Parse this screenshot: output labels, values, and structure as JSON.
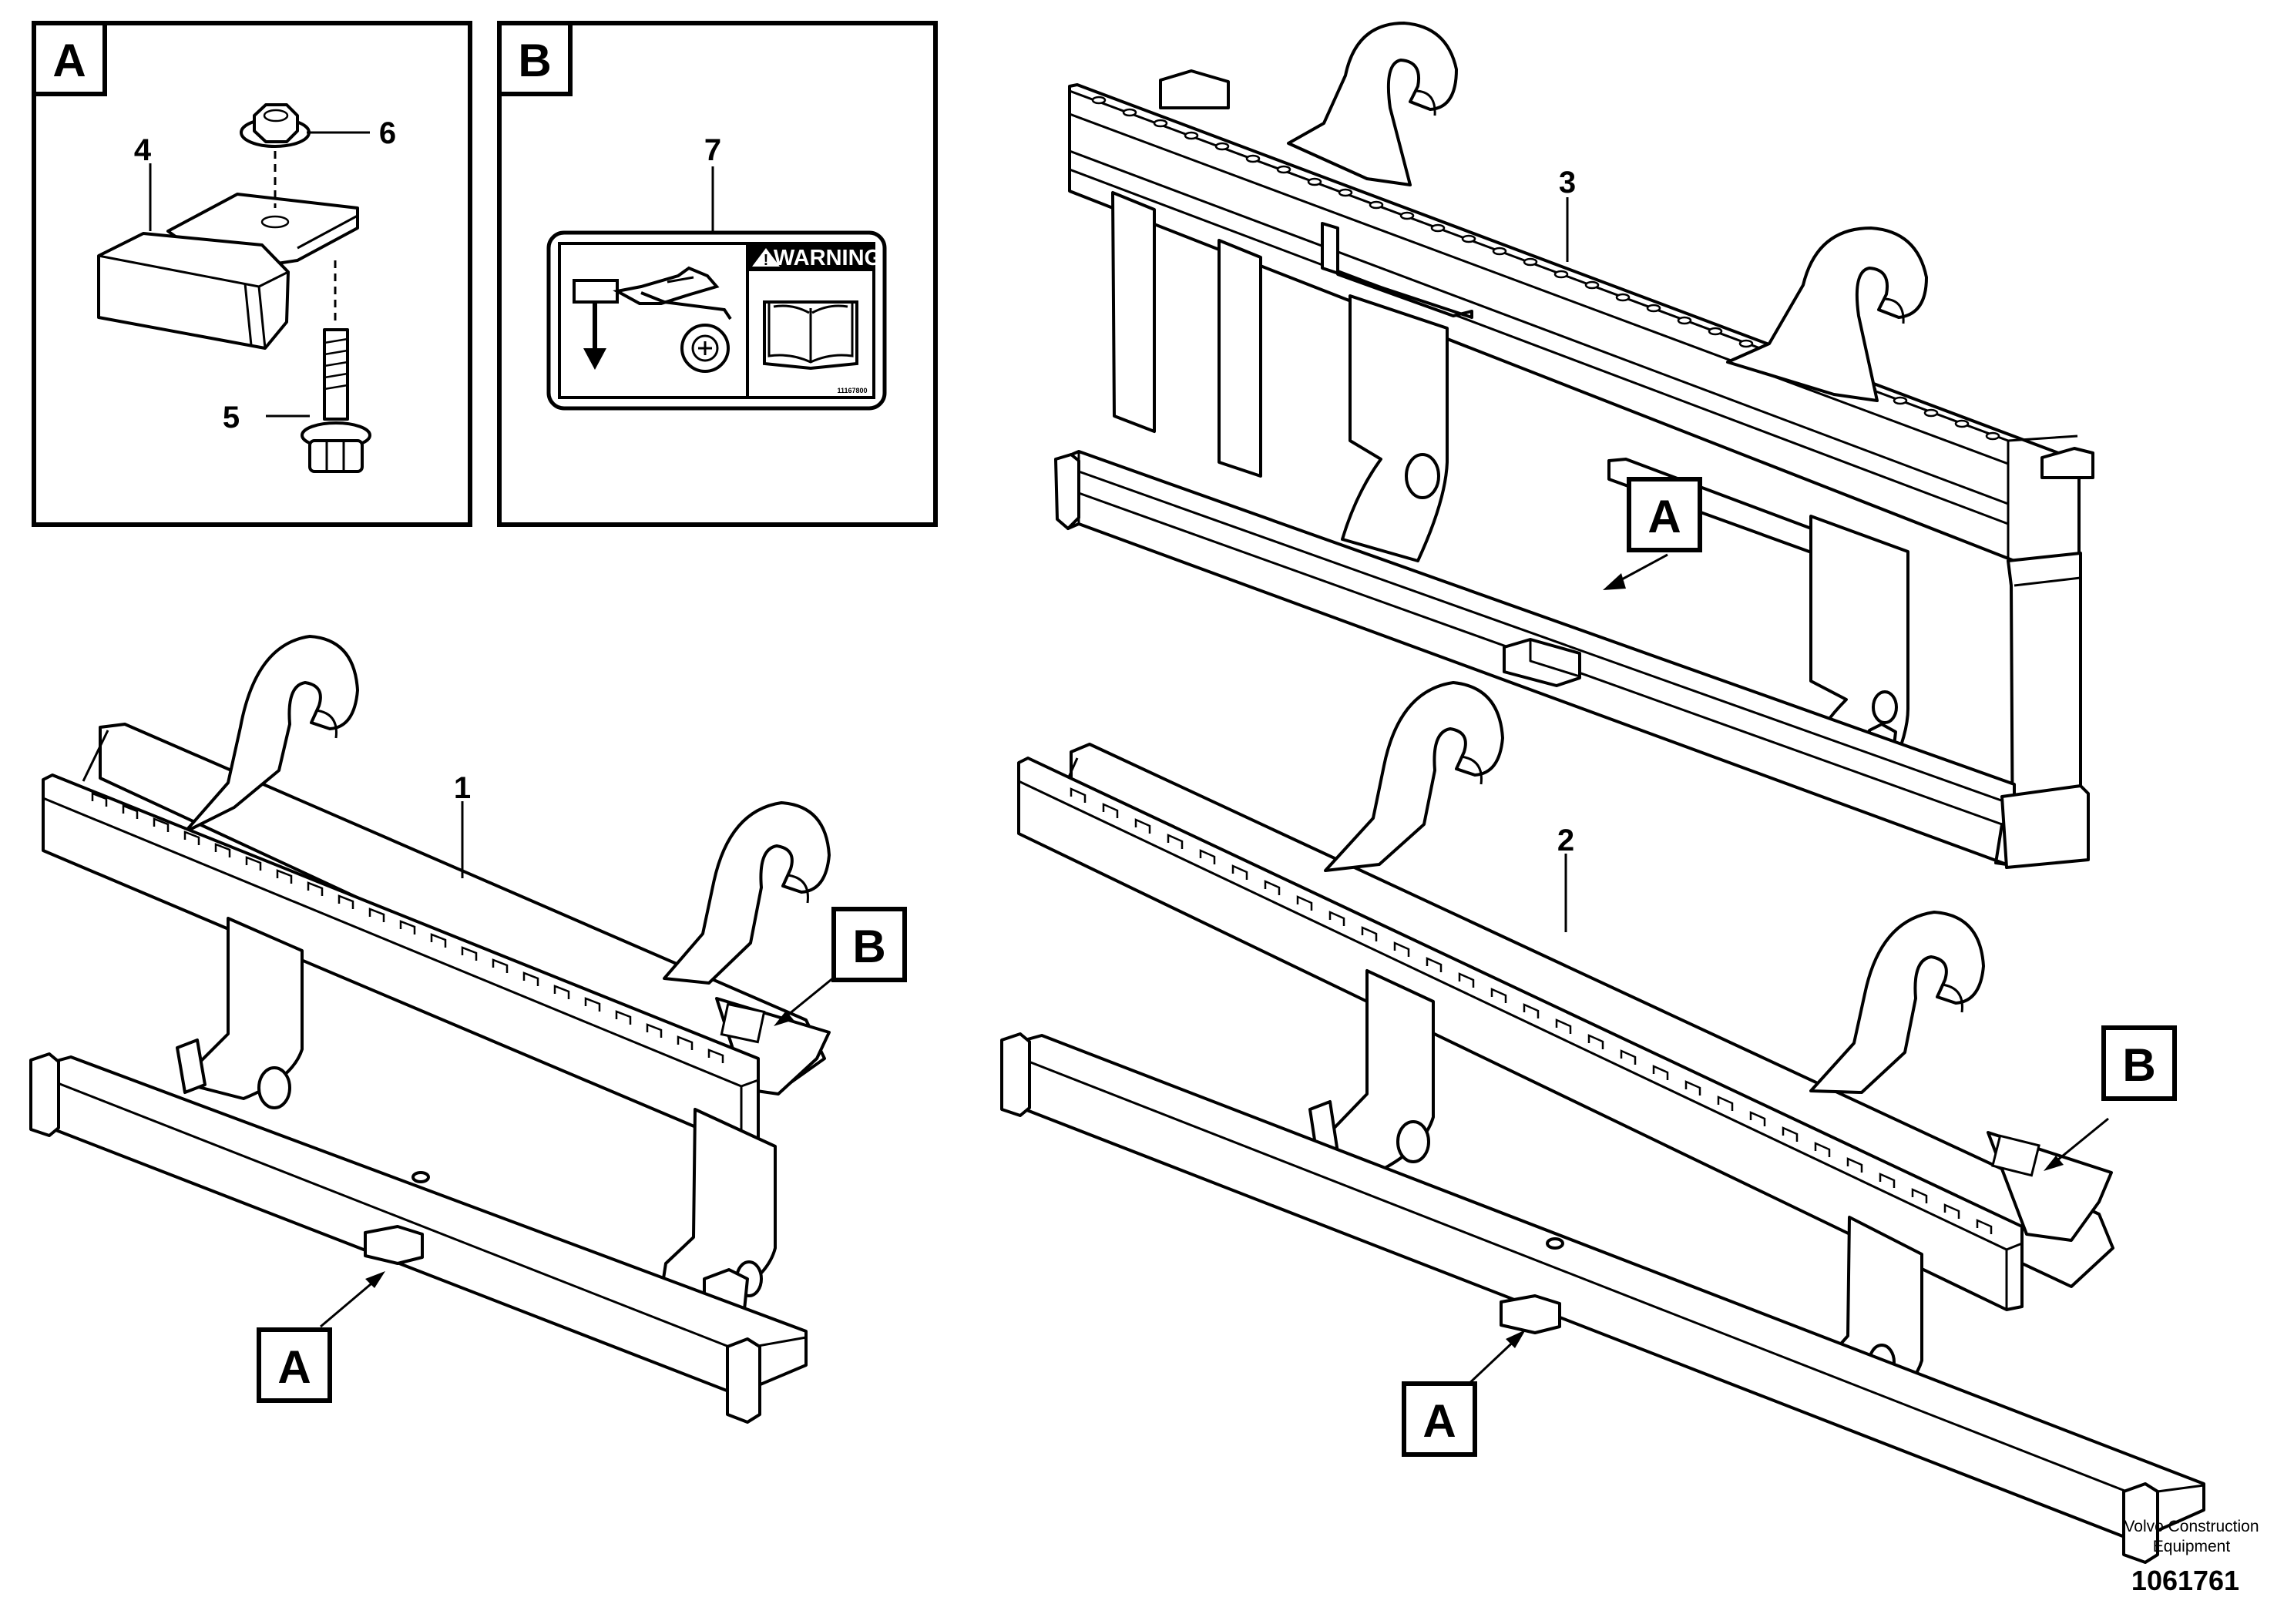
{
  "detail_panels": {
    "a": {
      "label": "A",
      "callouts": [
        "4",
        "5",
        "6"
      ]
    },
    "b": {
      "label": "B",
      "callouts": [
        "7"
      ]
    }
  },
  "warning_decal": {
    "heading": "WARNING",
    "part_code": "11167800",
    "icons": [
      "warning-triangle-icon",
      "lower-load-arrow-icon",
      "wheel-icon",
      "manual-book-icon"
    ]
  },
  "main_callouts": {
    "fork_carrier_1": "1",
    "fork_carrier_2": "2",
    "fork_carrier_3": "3"
  },
  "reference_tags": [
    "A",
    "B"
  ],
  "footer": {
    "brand_line1": "Volvo Construction",
    "brand_line2": "Equipment",
    "drawing_number": "1061761"
  }
}
